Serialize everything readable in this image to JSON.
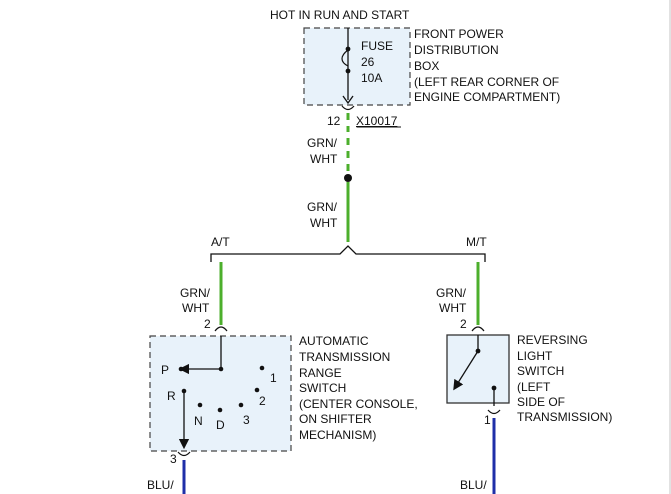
{
  "top_label": "HOT IN RUN AND START",
  "fuse_box": {
    "fuse": [
      "FUSE",
      "26",
      "10A"
    ],
    "name": [
      "FRONT POWER",
      "DISTRIBUTION",
      "BOX",
      "(LEFT REAR CORNER OF",
      "ENGINE COMPARTMENT)"
    ],
    "pin": "12",
    "connector": "X10017"
  },
  "wire_top": [
    "GRN/",
    "WHT"
  ],
  "wire_mid": [
    "GRN/",
    "WHT"
  ],
  "branch_at": "A/T",
  "branch_mt": "M/T",
  "left_branch": {
    "wire": [
      "GRN/",
      "WHT"
    ],
    "pin_in": "2",
    "pin_out": "3",
    "wire_out": "BLU/",
    "positions": {
      "p": "P",
      "r": "R",
      "n": "N",
      "d": "D",
      "three": "3",
      "two": "2",
      "one": "1"
    },
    "name": [
      "AUTOMATIC",
      "TRANSMISSION",
      "RANGE",
      "SWITCH",
      "(CENTER CONSOLE,",
      "ON SHIFTER",
      "MECHANISM)"
    ]
  },
  "right_branch": {
    "wire": [
      "GRN/",
      "WHT"
    ],
    "pin_in": "2",
    "pin_out": "1",
    "wire_out": "BLU/",
    "name": [
      "REVERSING",
      "LIGHT",
      "SWITCH",
      "(LEFT",
      "SIDE OF",
      "TRANSMISSION)"
    ]
  },
  "colors": {
    "green_wire": "#4caf2c",
    "blue_wire": "#1f2fa8",
    "component_fill": "#e8f2fa"
  }
}
